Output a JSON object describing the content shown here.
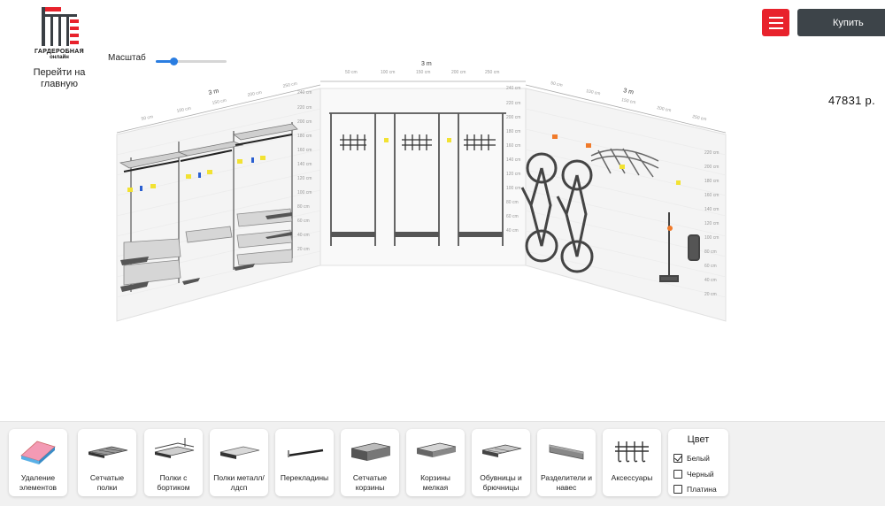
{
  "header": {
    "logo_name": "ГАРДЕРОБНАЯ",
    "logo_sub": "онлайн",
    "home_link": "Перейти на главную",
    "scale_label": "Масштаб",
    "scale_value": 0.25,
    "buy_label": "Купить",
    "price": "47831 р."
  },
  "scene": {
    "left_wall": {
      "width_label": "3 m",
      "ruler_marks": [
        "50 cm",
        "100 cm",
        "150 cm",
        "200 cm",
        "250 cm"
      ],
      "height_marks": [
        "240 cm",
        "220 cm",
        "200 cm",
        "180 cm",
        "160 cm",
        "140 cm",
        "120 cm",
        "100 cm",
        "80 cm",
        "60 cm",
        "40 cm",
        "20 cm"
      ]
    },
    "center_wall": {
      "width_label": "3 m",
      "ruler_marks": [
        "50 cm",
        "100 cm",
        "150 cm",
        "200 cm",
        "250 cm"
      ],
      "height_marks": [
        "240 cm",
        "220 cm",
        "200 cm",
        "180 cm",
        "160 cm",
        "140 cm",
        "120 cm",
        "100 cm",
        "80 cm",
        "60 cm",
        "40 cm"
      ]
    },
    "right_wall": {
      "width_label": "3 m",
      "ruler_marks": [
        "50 cm",
        "100 cm",
        "150 cm",
        "200 cm",
        "250 cm"
      ],
      "height_marks": [
        "220 cm",
        "200 cm",
        "180 cm",
        "160 cm",
        "140 cm",
        "120 cm",
        "100 cm",
        "80 cm",
        "60 cm",
        "40 cm",
        "20 cm"
      ]
    }
  },
  "toolbar": {
    "items": [
      {
        "label": "Удаление элементов",
        "icon": "eraser-icon"
      },
      {
        "label": "Сетчатые полки",
        "icon": "mesh-shelf-icon"
      },
      {
        "label": "Полки с бортиком",
        "icon": "rimmed-shelf-icon"
      },
      {
        "label": "Полки металл/лдсп",
        "icon": "solid-shelf-icon"
      },
      {
        "label": "Перекладины",
        "icon": "rail-icon"
      },
      {
        "label": "Сетчатые корзины",
        "icon": "mesh-basket-icon"
      },
      {
        "label": "Корзины мелкая",
        "icon": "shallow-basket-icon"
      },
      {
        "label": "Обувницы и брючницы",
        "icon": "shoe-rack-icon"
      },
      {
        "label": "Разделители и навес",
        "icon": "divider-icon"
      },
      {
        "label": "Аксессуары",
        "icon": "hooks-icon"
      }
    ],
    "colors": {
      "title": "Цвет",
      "options": [
        {
          "label": "Белый",
          "checked": true
        },
        {
          "label": "Черный",
          "checked": false
        },
        {
          "label": "Платина",
          "checked": false
        }
      ]
    }
  },
  "colors": {
    "accent_red": "#e8222c",
    "buy_dark": "#3d4449",
    "slider_blue": "#2a7de1"
  }
}
